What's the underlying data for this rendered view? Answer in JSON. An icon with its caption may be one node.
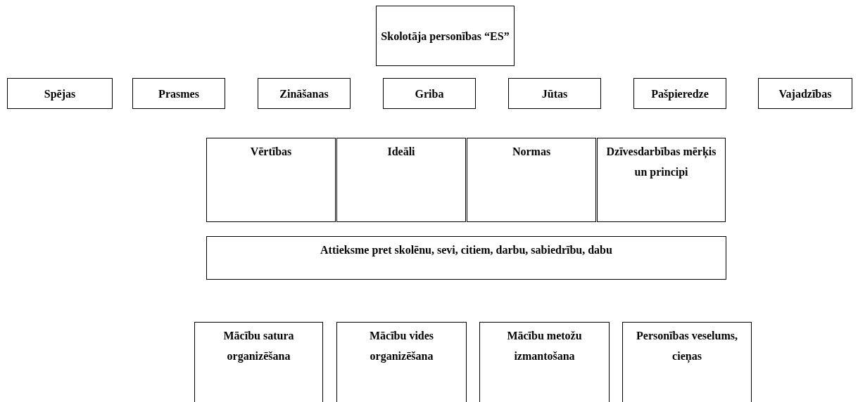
{
  "diagram": {
    "nodes": [
      {
        "text": [
          "Skolotāja personības “ES”"
        ]
      },
      {
        "text": [
          "Spējas"
        ]
      },
      {
        "text": [
          "Prasmes"
        ]
      },
      {
        "text": [
          "Zināšanas"
        ]
      },
      {
        "text": [
          "Griba"
        ]
      },
      {
        "text": [
          "Jūtas"
        ]
      },
      {
        "text": [
          "Pašpieredze"
        ]
      },
      {
        "text": [
          "Vajadzības"
        ]
      },
      {
        "text": [
          "Vērtības"
        ]
      },
      {
        "text": [
          "Ideāli"
        ]
      },
      {
        "text": [
          "Normas"
        ]
      },
      {
        "text": [
          "Dzīvesdarbības mērķis un principi"
        ]
      },
      {
        "text": [
          "Attieksme pret skolēnu, sevi, citiem, darbu, sabiedrību, dabu"
        ]
      },
      {
        "text": [
          "Mācību satura organizēšana"
        ]
      },
      {
        "text": [
          "Mācību vides organizēšana"
        ]
      },
      {
        "text": [
          "Mācību metožu izmantošana"
        ]
      },
      {
        "text": [
          "Personības veselums, cieņas"
        ]
      }
    ]
  }
}
